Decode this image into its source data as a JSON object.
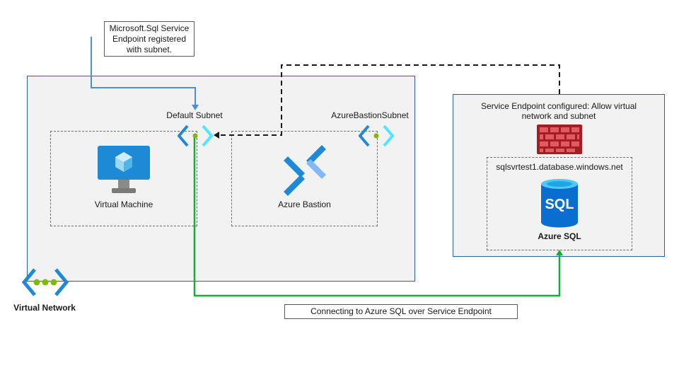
{
  "callout": {
    "lines": [
      "Microsoft.Sql Service",
      "Endpoint registered",
      "with subnet."
    ]
  },
  "vnet": {
    "label": "Virtual Network"
  },
  "default_subnet": {
    "label": "Default Subnet"
  },
  "bastion_subnet": {
    "label": "AzureBastionSubnet"
  },
  "vm": {
    "label": "Virtual Machine"
  },
  "bastion": {
    "label": "Azure Bastion"
  },
  "sql_panel": {
    "title_lines": [
      "Service Endpoint configured: Allow virtual",
      "network and subnet"
    ]
  },
  "sql_server": {
    "label": "sqlsvrtest1.database.windows.net"
  },
  "sql": {
    "label": "Azure SQL",
    "icon_text": "SQL"
  },
  "connection": {
    "label": "Connecting to Azure SQL over Service Endpoint"
  },
  "colors": {
    "blue_line": "#4a90d9",
    "green_line": "#1aaa3c",
    "dashed_line": "#1a1a1a",
    "firewall": "#c4262e"
  }
}
